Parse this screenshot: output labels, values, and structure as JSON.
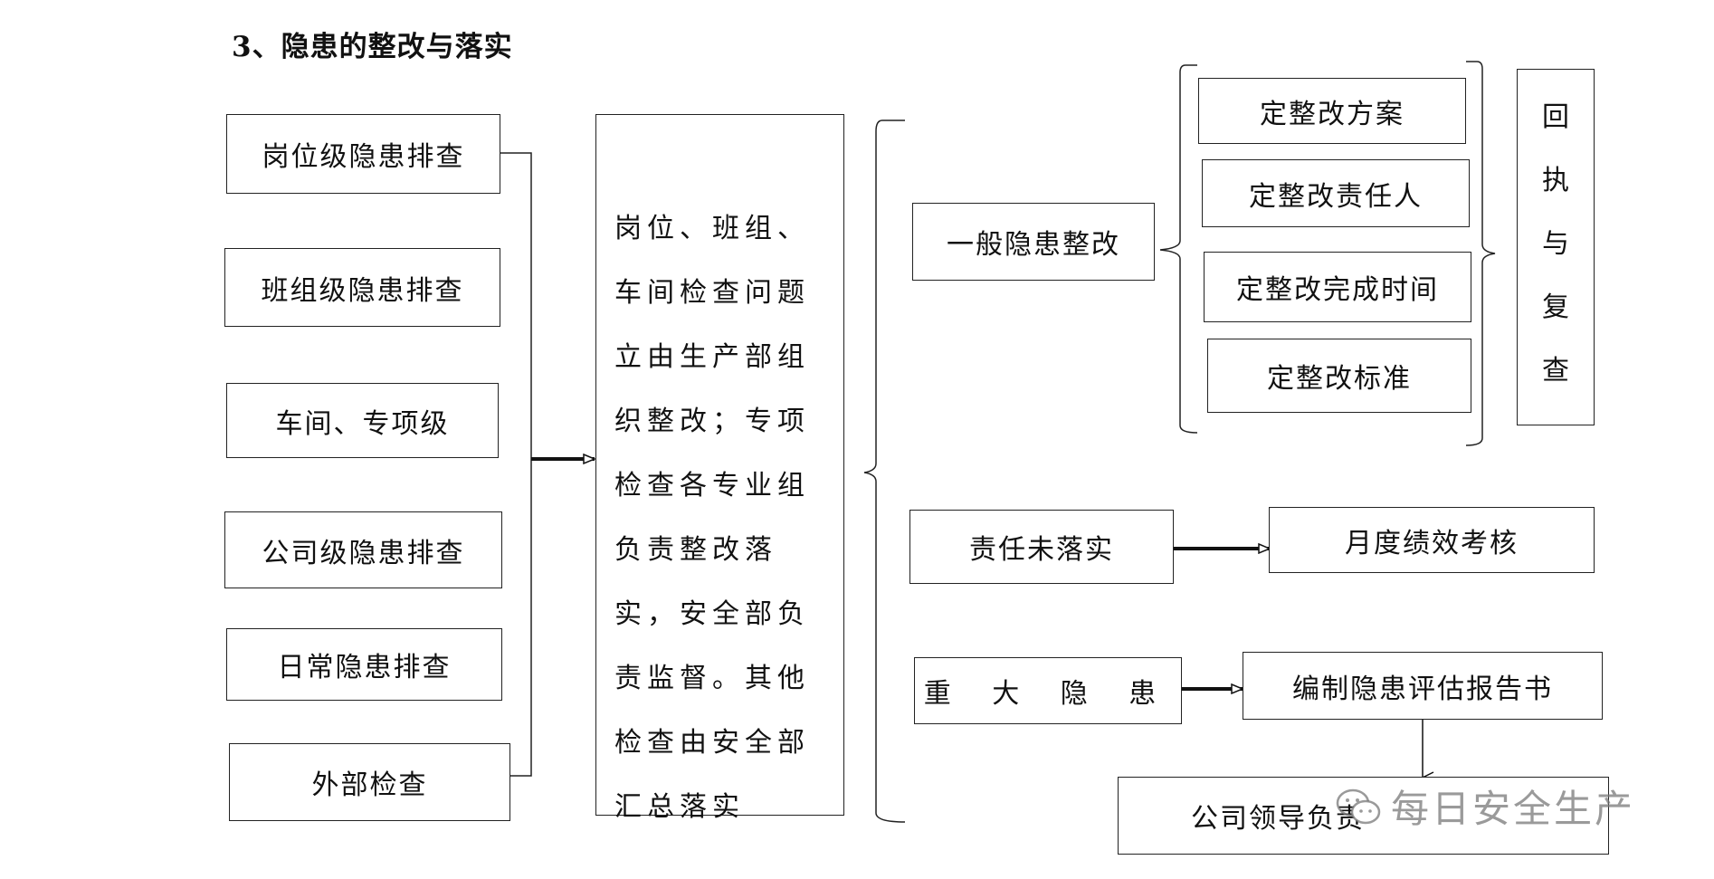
{
  "title": "3、隐患的整改与落实",
  "left_boxes": [
    "岗位级隐患排查",
    "班组级隐患排查",
    "车间、专项级",
    "公司级隐患排查",
    "日常隐患排查",
    "外部检查"
  ],
  "middle_text": "岗位、班组、车间检查问题立由生产部组织整改；专项检查各专业组负责整改落实，安全部负责监督。其他检查由安全部汇总落实",
  "general": {
    "label": "一般隐患整改",
    "items": [
      "定整改方案",
      "定整改责任人",
      "定整改完成时间",
      "定整改标准"
    ],
    "vertical": [
      "回",
      "执",
      "与",
      "复",
      "查"
    ]
  },
  "responsibility": {
    "label": "责任未落实",
    "result": "月度绩效考核"
  },
  "major": {
    "label": "重 大 隐 患",
    "report": "编制隐患评估报告书",
    "final": "公司领导负责"
  },
  "watermark": "每日安全生产"
}
